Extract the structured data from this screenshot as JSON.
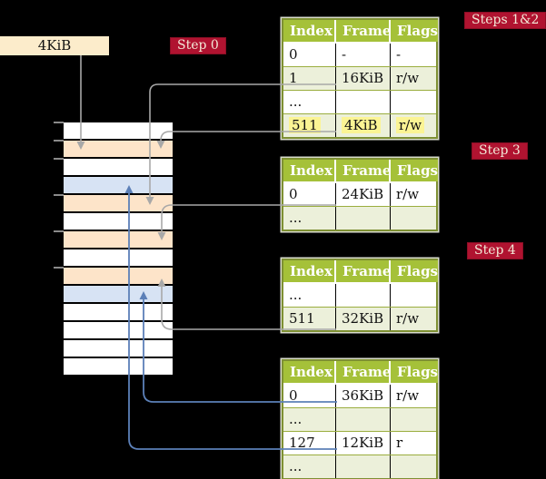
{
  "frame_box": {
    "label": "4KiB"
  },
  "badges": {
    "step0": "Step 0",
    "steps12": "Steps 1&2",
    "step3": "Step 3",
    "step4": "Step 4"
  },
  "tables": [
    {
      "name": "root-page-table-steps-1-2",
      "headers": [
        "Index",
        "Frame",
        "Flags"
      ],
      "rows": [
        {
          "cells": [
            "0",
            "-",
            "-"
          ],
          "hl": "no"
        },
        {
          "cells": [
            "1",
            "16KiB",
            "r/w"
          ],
          "hl": "no"
        },
        {
          "cells": [
            "...",
            "",
            ""
          ],
          "hl": "no"
        },
        {
          "cells": [
            "511",
            "4KiB",
            "r/w"
          ],
          "hl": "yes"
        }
      ]
    },
    {
      "name": "page-table-step-3",
      "headers": [
        "Index",
        "Frame",
        "Flags"
      ],
      "rows": [
        {
          "cells": [
            "0",
            "24KiB",
            "r/w"
          ]
        },
        {
          "cells": [
            "...",
            "",
            ""
          ]
        }
      ]
    },
    {
      "name": "page-table-step-4",
      "headers": [
        "Index",
        "Frame",
        "Flags"
      ],
      "rows": [
        {
          "cells": [
            "...",
            "",
            ""
          ]
        },
        {
          "cells": [
            "511",
            "32KiB",
            "r/w"
          ]
        }
      ]
    },
    {
      "name": "leaf-page-table",
      "headers": [
        "Index",
        "Frame",
        "Flags"
      ],
      "rows": [
        {
          "cells": [
            "0",
            "36KiB",
            "r/w"
          ]
        },
        {
          "cells": [
            "...",
            "",
            ""
          ]
        },
        {
          "cells": [
            "127",
            "12KiB",
            "r"
          ]
        },
        {
          "cells": [
            "...",
            "",
            ""
          ]
        }
      ]
    }
  ],
  "memory": {
    "rows": [
      {
        "kind": "free"
      },
      {
        "kind": "pagetable"
      },
      {
        "kind": "free"
      },
      {
        "kind": "mapped"
      },
      {
        "kind": "pagetable"
      },
      {
        "kind": "free"
      },
      {
        "kind": "pagetable"
      },
      {
        "kind": "free"
      },
      {
        "kind": "pagetable"
      },
      {
        "kind": "mapped"
      },
      {
        "kind": "free"
      },
      {
        "kind": "free"
      },
      {
        "kind": "free"
      },
      {
        "kind": "free"
      }
    ]
  },
  "connections": [
    {
      "from": "4KiB-frame-box",
      "to": "memory-frame-4KiB",
      "color": "gray"
    },
    {
      "from": "root-table-entry-1-16KiB",
      "to": "memory-frame-16KiB",
      "color": "gray"
    },
    {
      "from": "root-table-entry-511-4KiB",
      "to": "memory-frame-4KiB",
      "color": "gray"
    },
    {
      "from": "step3-table-entry-0-24KiB",
      "to": "memory-frame-24KiB",
      "color": "gray"
    },
    {
      "from": "step4-table-entry-511-32KiB",
      "to": "memory-frame-32KiB",
      "color": "gray"
    },
    {
      "from": "leaf-table-entry-0-36KiB",
      "to": "memory-frame-36KiB",
      "color": "blue"
    },
    {
      "from": "leaf-table-entry-127-12KiB",
      "to": "memory-frame-12KiB",
      "color": "blue"
    }
  ],
  "colors": {
    "badge_red": "#b01330",
    "table_header_green": "#a5c139",
    "table_row_green": "#ecf0da",
    "table_border_olive": "#7e9033",
    "highlight_yellow": "#fbf494",
    "frame_box_wheat": "#fceccb",
    "memory_pagetable_peach": "#fde4c9",
    "memory_mapped_blue": "#d7e3f4",
    "arrow_gray": "#a8a8a8",
    "arrow_blue": "#5c80b8"
  }
}
